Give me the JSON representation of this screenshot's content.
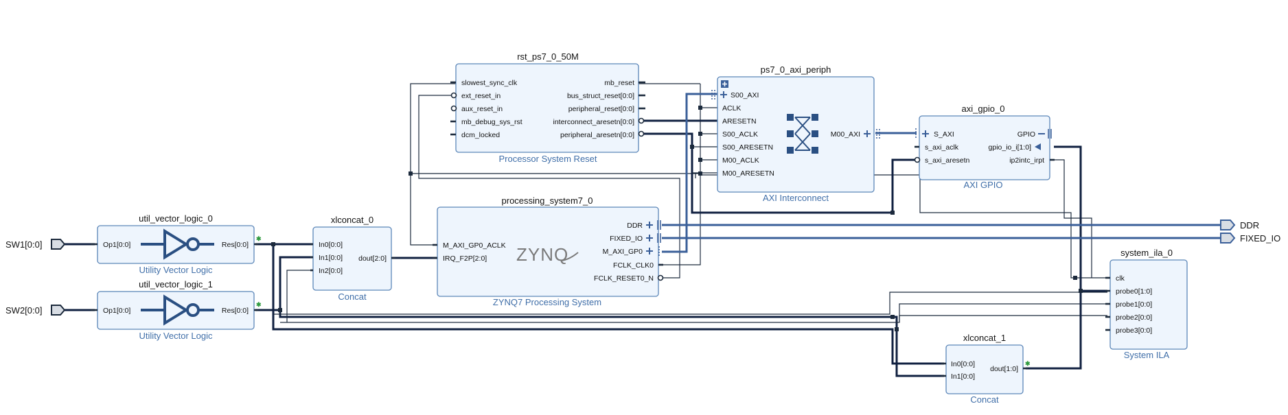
{
  "diagram": {
    "ports_in": [
      {
        "id": "sw1",
        "label": "SW1[0:0]"
      },
      {
        "id": "sw2",
        "label": "SW2[0:0]"
      }
    ],
    "ports_out": [
      {
        "id": "ddr",
        "label": "DDR"
      },
      {
        "id": "fixed_io",
        "label": "FIXED_IO"
      }
    ],
    "blocks": {
      "uvl0": {
        "name": "util_vector_logic_0",
        "type": "Utility Vector Logic",
        "pins_left": [
          "Op1[0:0]"
        ],
        "pins_right": [
          "Res[0:0]"
        ]
      },
      "uvl1": {
        "name": "util_vector_logic_1",
        "type": "Utility Vector Logic",
        "pins_left": [
          "Op1[0:0]"
        ],
        "pins_right": [
          "Res[0:0]"
        ]
      },
      "xlc0": {
        "name": "xlconcat_0",
        "type": "Concat",
        "pins_left": [
          "In0[0:0]",
          "In1[0:0]",
          "In2[0:0]"
        ],
        "pins_right": [
          "dout[2:0]"
        ]
      },
      "rst": {
        "name": "rst_ps7_0_50M",
        "type": "Processor System Reset",
        "pins_left": [
          "slowest_sync_clk",
          "ext_reset_in",
          "aux_reset_in",
          "mb_debug_sys_rst",
          "dcm_locked"
        ],
        "pins_right": [
          "mb_reset",
          "bus_struct_reset[0:0]",
          "peripheral_reset[0:0]",
          "interconnect_aresetn[0:0]",
          "peripheral_aresetn[0:0]"
        ]
      },
      "ps7": {
        "name": "processing_system7_0",
        "type": "ZYNQ7 Processing System",
        "logo": "ZYNQ",
        "pins_left": [
          "M_AXI_GP0_ACLK",
          "IRQ_F2P[2:0]"
        ],
        "pins_right": [
          "DDR",
          "FIXED_IO",
          "M_AXI_GP0",
          "FCLK_CLK0",
          "FCLK_RESET0_N"
        ]
      },
      "axi_ic": {
        "name": "ps7_0_axi_periph",
        "type": "AXI Interconnect",
        "pins_left": [
          "S00_AXI",
          "ACLK",
          "ARESETN",
          "S00_ACLK",
          "S00_ARESETN",
          "M00_ACLK",
          "M00_ARESETN"
        ],
        "pins_right": [
          "M00_AXI"
        ]
      },
      "gpio": {
        "name": "axi_gpio_0",
        "type": "AXI GPIO",
        "pins_left": [
          "S_AXI",
          "s_axi_aclk",
          "s_axi_aresetn"
        ],
        "pins_right": [
          "GPIO",
          "gpio_io_i[1:0]",
          "ip2intc_irpt"
        ]
      },
      "ila": {
        "name": "system_ila_0",
        "type": "System ILA",
        "pins_left": [
          "clk",
          "probe0[1:0]",
          "probe1[0:0]",
          "probe2[0:0]",
          "probe3[0:0]"
        ]
      },
      "xlc1": {
        "name": "xlconcat_1",
        "type": "Concat",
        "pins_left": [
          "In0[0:0]",
          "In1[0:0]"
        ],
        "pins_right": [
          "dout[1:0]"
        ]
      }
    },
    "colors": {
      "block_fill": "#eef5fd",
      "block_border": "#5b86b8",
      "type_text": "#3f6ea8",
      "wire": "#1c2a3c",
      "bus_blue": "#3a5f99",
      "debug_mark": "#2e9a3e"
    }
  }
}
